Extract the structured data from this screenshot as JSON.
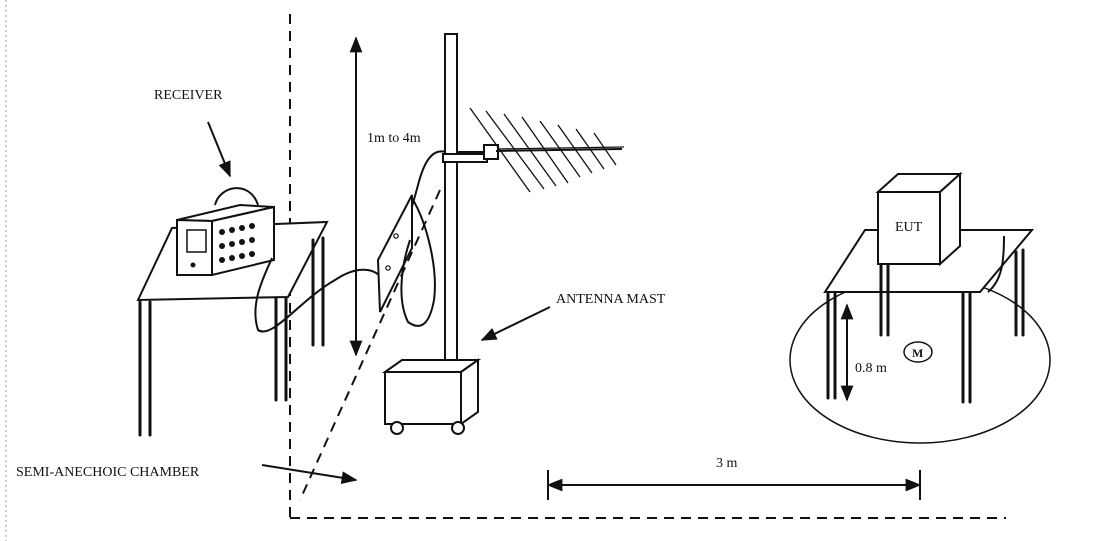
{
  "labels": {
    "receiver": "RECEIVER",
    "height_range": "1m to 4m",
    "antenna_mast": "ANTENNA MAST",
    "eut": "EUT",
    "table_height": "0.8 m",
    "turntable_symbol": "M",
    "distance": "3 m",
    "chamber": "SEMI-ANECHOIC CHAMBER"
  }
}
